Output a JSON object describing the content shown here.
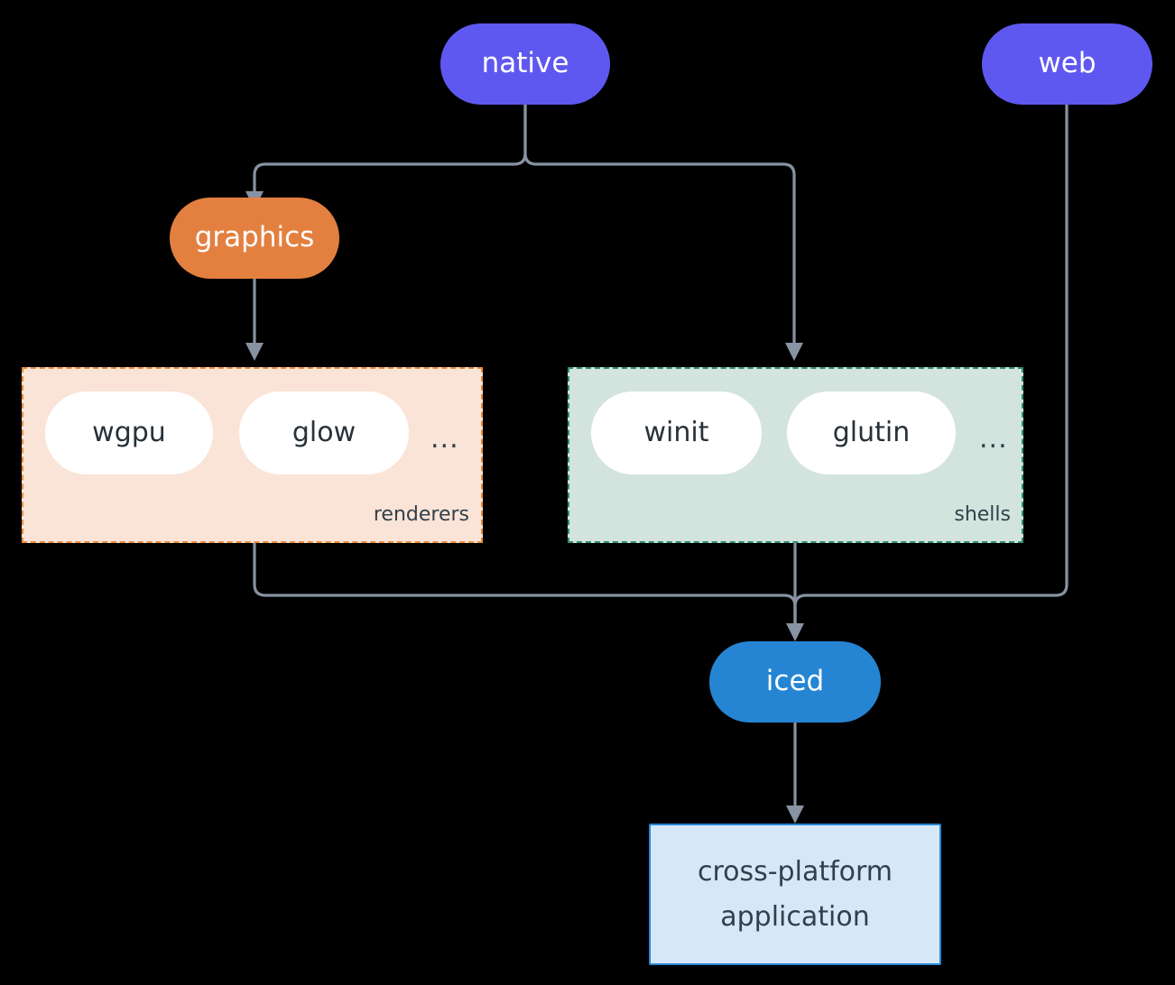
{
  "diagram": {
    "type": "flow-architecture",
    "background": "#000000",
    "edge_color": "#8792a2",
    "nodes": {
      "native": {
        "label": "native",
        "shape": "pill",
        "color": "#5f58f0",
        "text_color": "#ffffff"
      },
      "web": {
        "label": "web",
        "shape": "pill",
        "color": "#5f58f0",
        "text_color": "#ffffff"
      },
      "graphics": {
        "label": "graphics",
        "shape": "pill",
        "color": "#e38040",
        "text_color": "#ffffff"
      },
      "iced": {
        "label": "iced",
        "shape": "pill",
        "color": "#2585d3",
        "text_color": "#ffffff"
      },
      "application": {
        "line1": "cross-platform",
        "line2": "application",
        "shape": "rect",
        "color": "#d6e8f8",
        "border_color": "#2585d3",
        "text_color": "#31404a"
      }
    },
    "groups": {
      "renderers": {
        "caption": "renderers",
        "fill": "#fae4d7",
        "border_color": "#ec8b38",
        "border_style": "dashed",
        "items": [
          {
            "label": "wgpu"
          },
          {
            "label": "glow"
          }
        ],
        "overflow": "..."
      },
      "shells": {
        "caption": "shells",
        "fill": "#d3e4de",
        "border_color": "#2d8d74",
        "border_style": "dashed",
        "items": [
          {
            "label": "winit"
          },
          {
            "label": "glutin"
          }
        ],
        "overflow": "..."
      }
    },
    "edges": [
      {
        "from": "native",
        "to": "graphics"
      },
      {
        "from": "native",
        "to": "shells"
      },
      {
        "from": "graphics",
        "to": "renderers"
      },
      {
        "from": "renderers",
        "to": "iced"
      },
      {
        "from": "shells",
        "to": "iced"
      },
      {
        "from": "web",
        "to": "iced"
      },
      {
        "from": "iced",
        "to": "application"
      }
    ]
  }
}
